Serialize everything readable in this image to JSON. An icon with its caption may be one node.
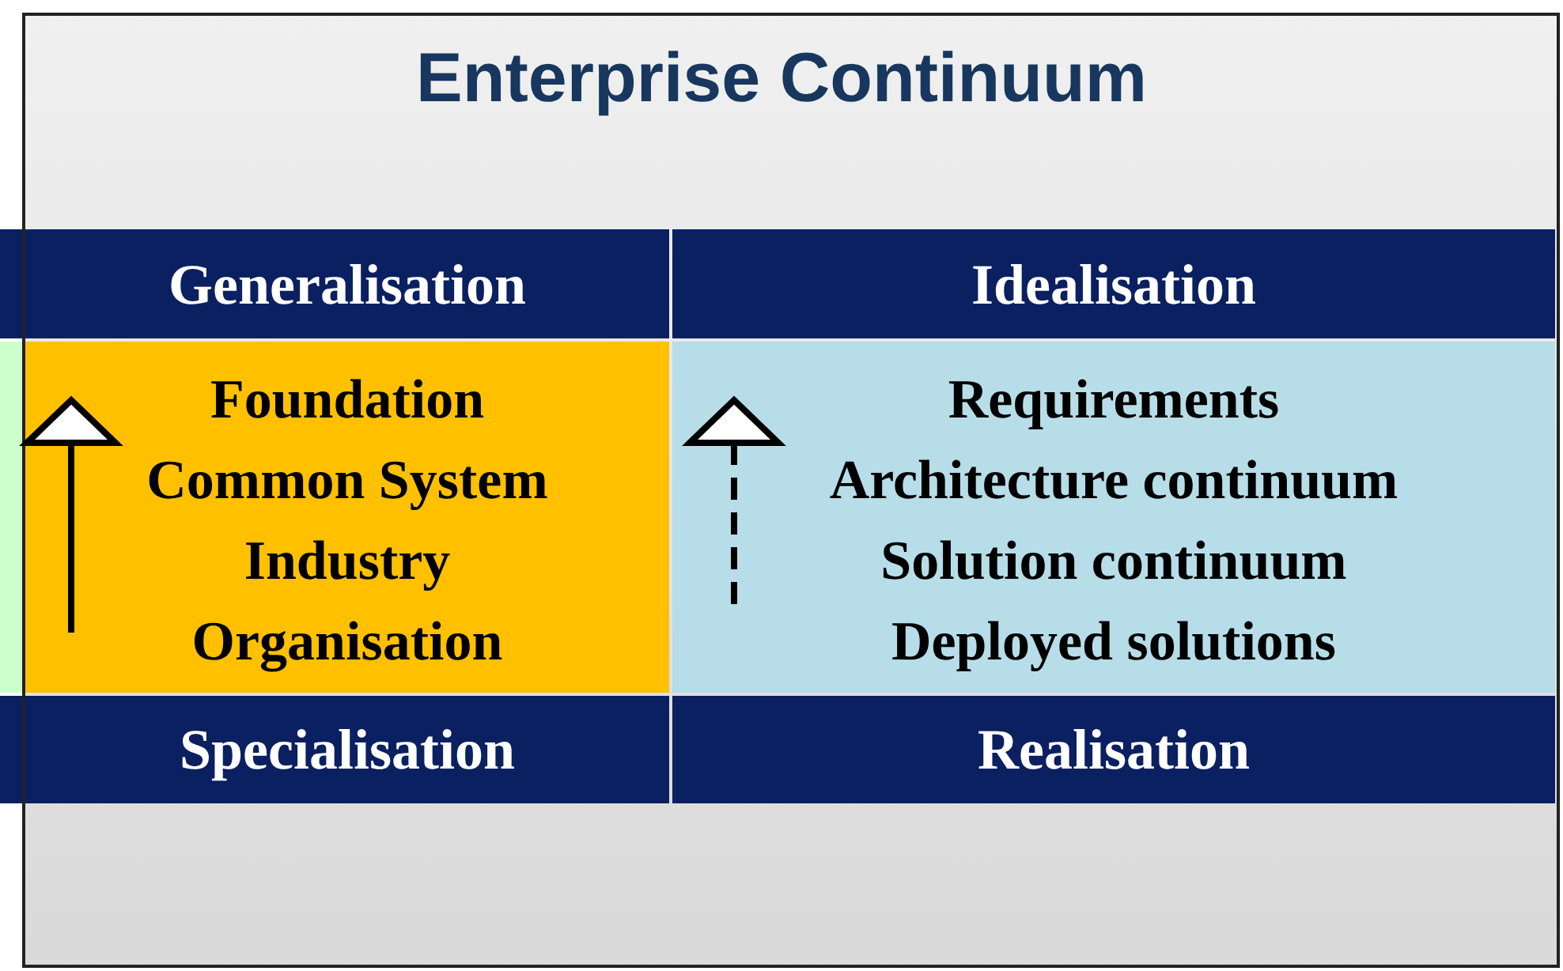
{
  "diagram": {
    "title": "Enterprise Continuum",
    "labels": [
      "Generalisation",
      "Idealisation",
      "Foundation",
      "Common System",
      "Industry",
      "Organisation",
      "Requirements",
      "Architecture continuum",
      "Solution continuum",
      "Deployed solutions",
      "Specialisation",
      "Realisation"
    ]
  }
}
